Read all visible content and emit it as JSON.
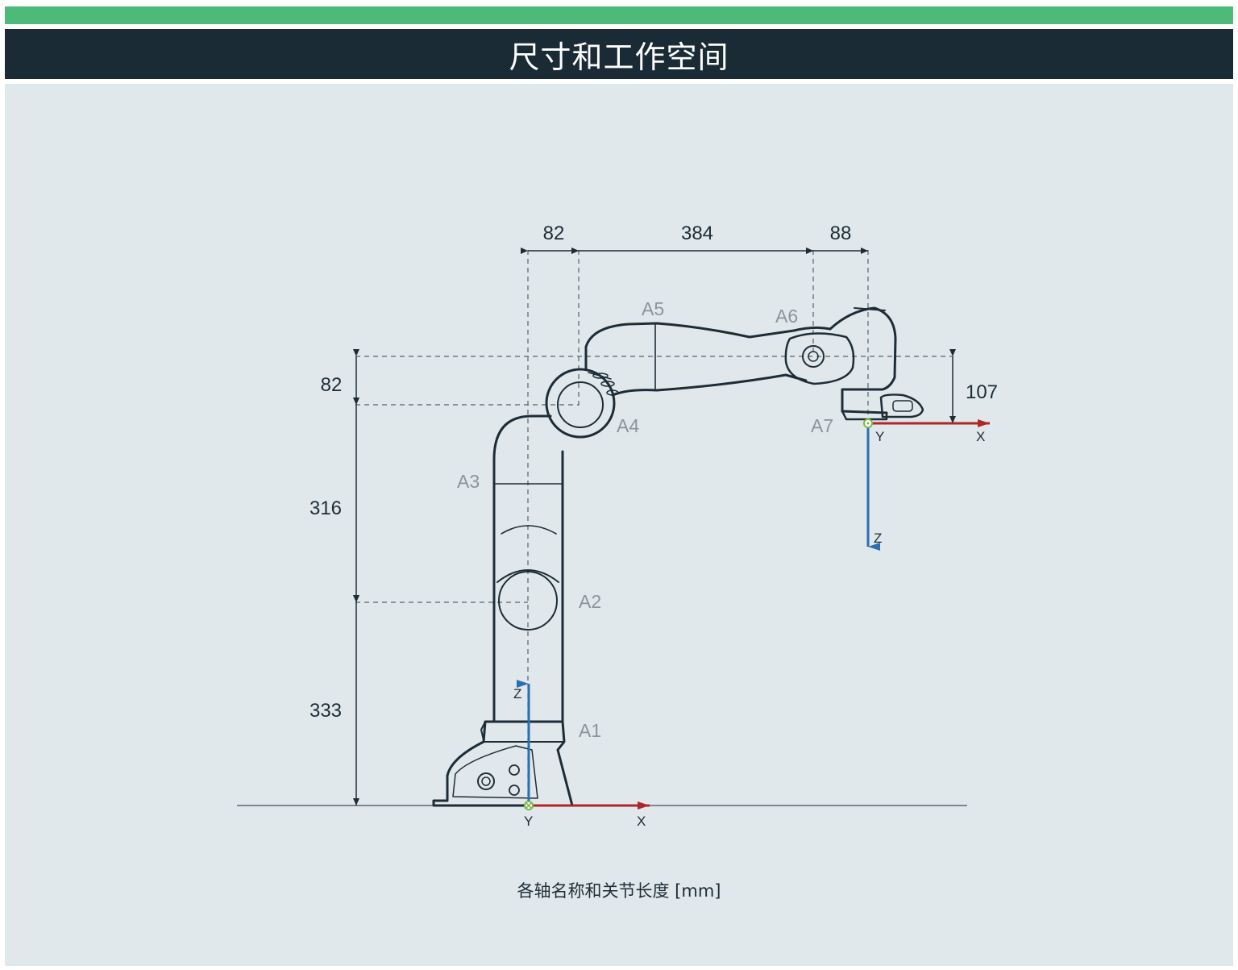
{
  "header": {
    "title": "尺寸和工作空间",
    "accent_color": "#4dba7a",
    "title_bg_color": "#1a2b36"
  },
  "diagram": {
    "background_color": "#e0e8eb",
    "horizontal_dimensions": [
      "82",
      "384",
      "88"
    ],
    "vertical_dimensions_left": [
      "82",
      "316",
      "333"
    ],
    "vertical_dimension_right": "107",
    "axis_labels": [
      "A1",
      "A2",
      "A3",
      "A4",
      "A5",
      "A6",
      "A7"
    ],
    "base_frame": {
      "z": "Z",
      "x": "X",
      "y": "Y"
    },
    "flange_frame": {
      "x": "X",
      "y": "Y",
      "z": "Z"
    },
    "colors": {
      "x_axis": "#b0262a",
      "z_axis": "#2a6fb5",
      "line": "#1d2d38"
    }
  },
  "caption": "各轴名称和关节长度 [mm]"
}
